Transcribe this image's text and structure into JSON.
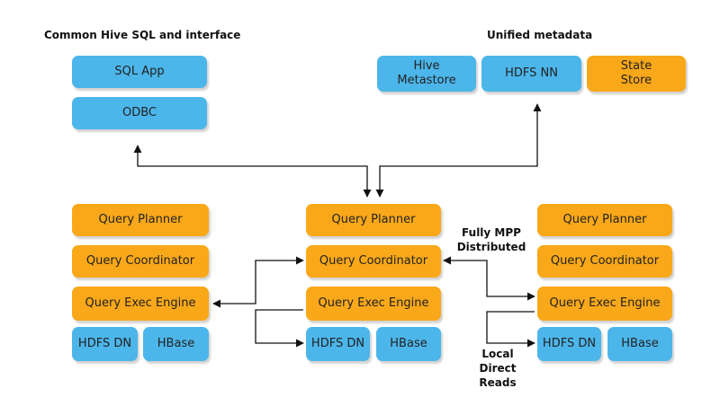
{
  "headings": {
    "common": "Common Hive SQL and interface",
    "metadata": "Unified metadata"
  },
  "clients": {
    "sql_app": "SQL App",
    "odbc": "ODBC"
  },
  "metadata_boxes": {
    "hive_metastore": [
      "Hive",
      "Metastore"
    ],
    "hdfs_nn": "HDFS NN",
    "state_store": [
      "State",
      "Store"
    ]
  },
  "node": {
    "query_planner": "Query Planner",
    "query_coordinator": "Query Coordinator",
    "query_exec_engine": "Query Exec Engine",
    "hdfs_dn": "HDFS DN",
    "hbase": "HBase"
  },
  "annotations": {
    "fully_mpp": [
      "Fully MPP",
      "Distributed"
    ],
    "local_reads": [
      "Local",
      "Direct Reads"
    ]
  },
  "colors": {
    "blue": "#4cb6ea",
    "orange": "#f9a81a",
    "arrow": "#111111"
  }
}
